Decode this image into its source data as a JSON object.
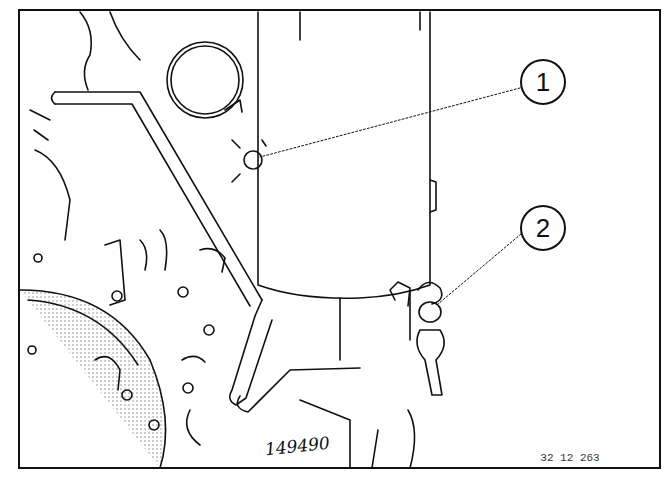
{
  "diagram": {
    "labels": [
      "1",
      "2",
      "149490",
      "32 12 263"
    ]
  }
}
